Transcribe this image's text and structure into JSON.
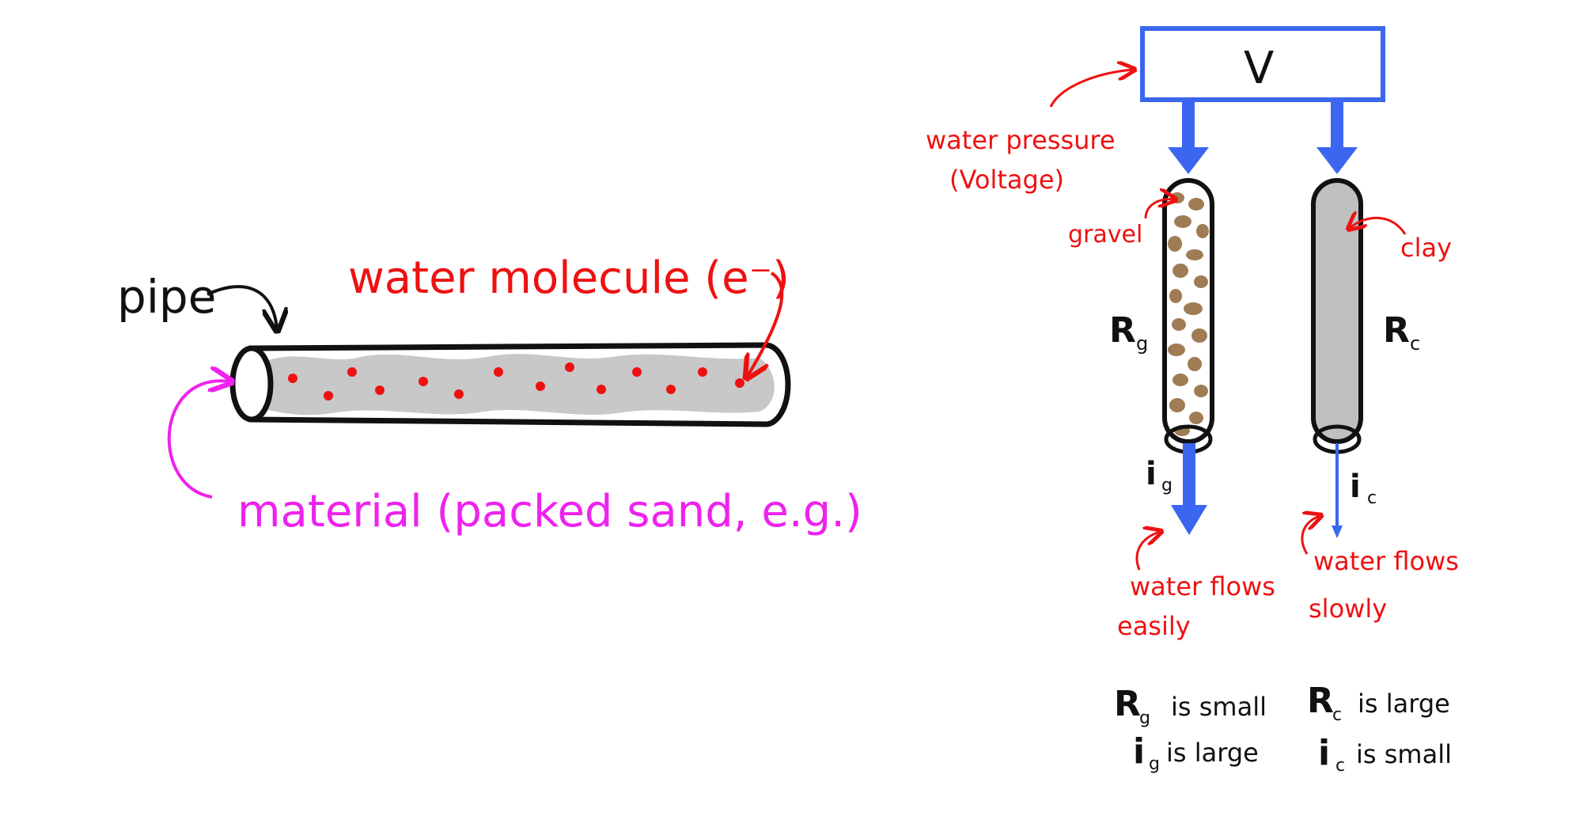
{
  "left_diagram": {
    "pipe_label": "pipe",
    "molecule_label": "water molecule (e⁻)",
    "material_label": "material (packed sand, e.g.)"
  },
  "right_diagram": {
    "voltage_box_label": "V",
    "pressure_label_line1": "water pressure",
    "pressure_label_line2": "(Voltage)",
    "gravel_label": "gravel",
    "clay_label": "clay",
    "resistor_gravel": {
      "symbol": "R",
      "sub": "g"
    },
    "resistor_clay": {
      "symbol": "R",
      "sub": "c"
    },
    "current_gravel": {
      "symbol": "i",
      "sub": "g"
    },
    "current_clay": {
      "symbol": "i",
      "sub": "c"
    },
    "flow_gravel_line1": "water flows",
    "flow_gravel_line2": "easily",
    "flow_clay_line1": "water flows",
    "flow_clay_line2": "slowly",
    "summary_gravel_line1": "is small",
    "summary_gravel_line2": "is large",
    "summary_clay_line1": "is large",
    "summary_clay_line2": "is small"
  },
  "colors": {
    "arrow_blue": "#3a66f0",
    "label_red": "#ee1111",
    "label_magenta": "#ee22ee",
    "gravel_brown": "#a07c55",
    "clay_gray": "#c0c0c0"
  }
}
